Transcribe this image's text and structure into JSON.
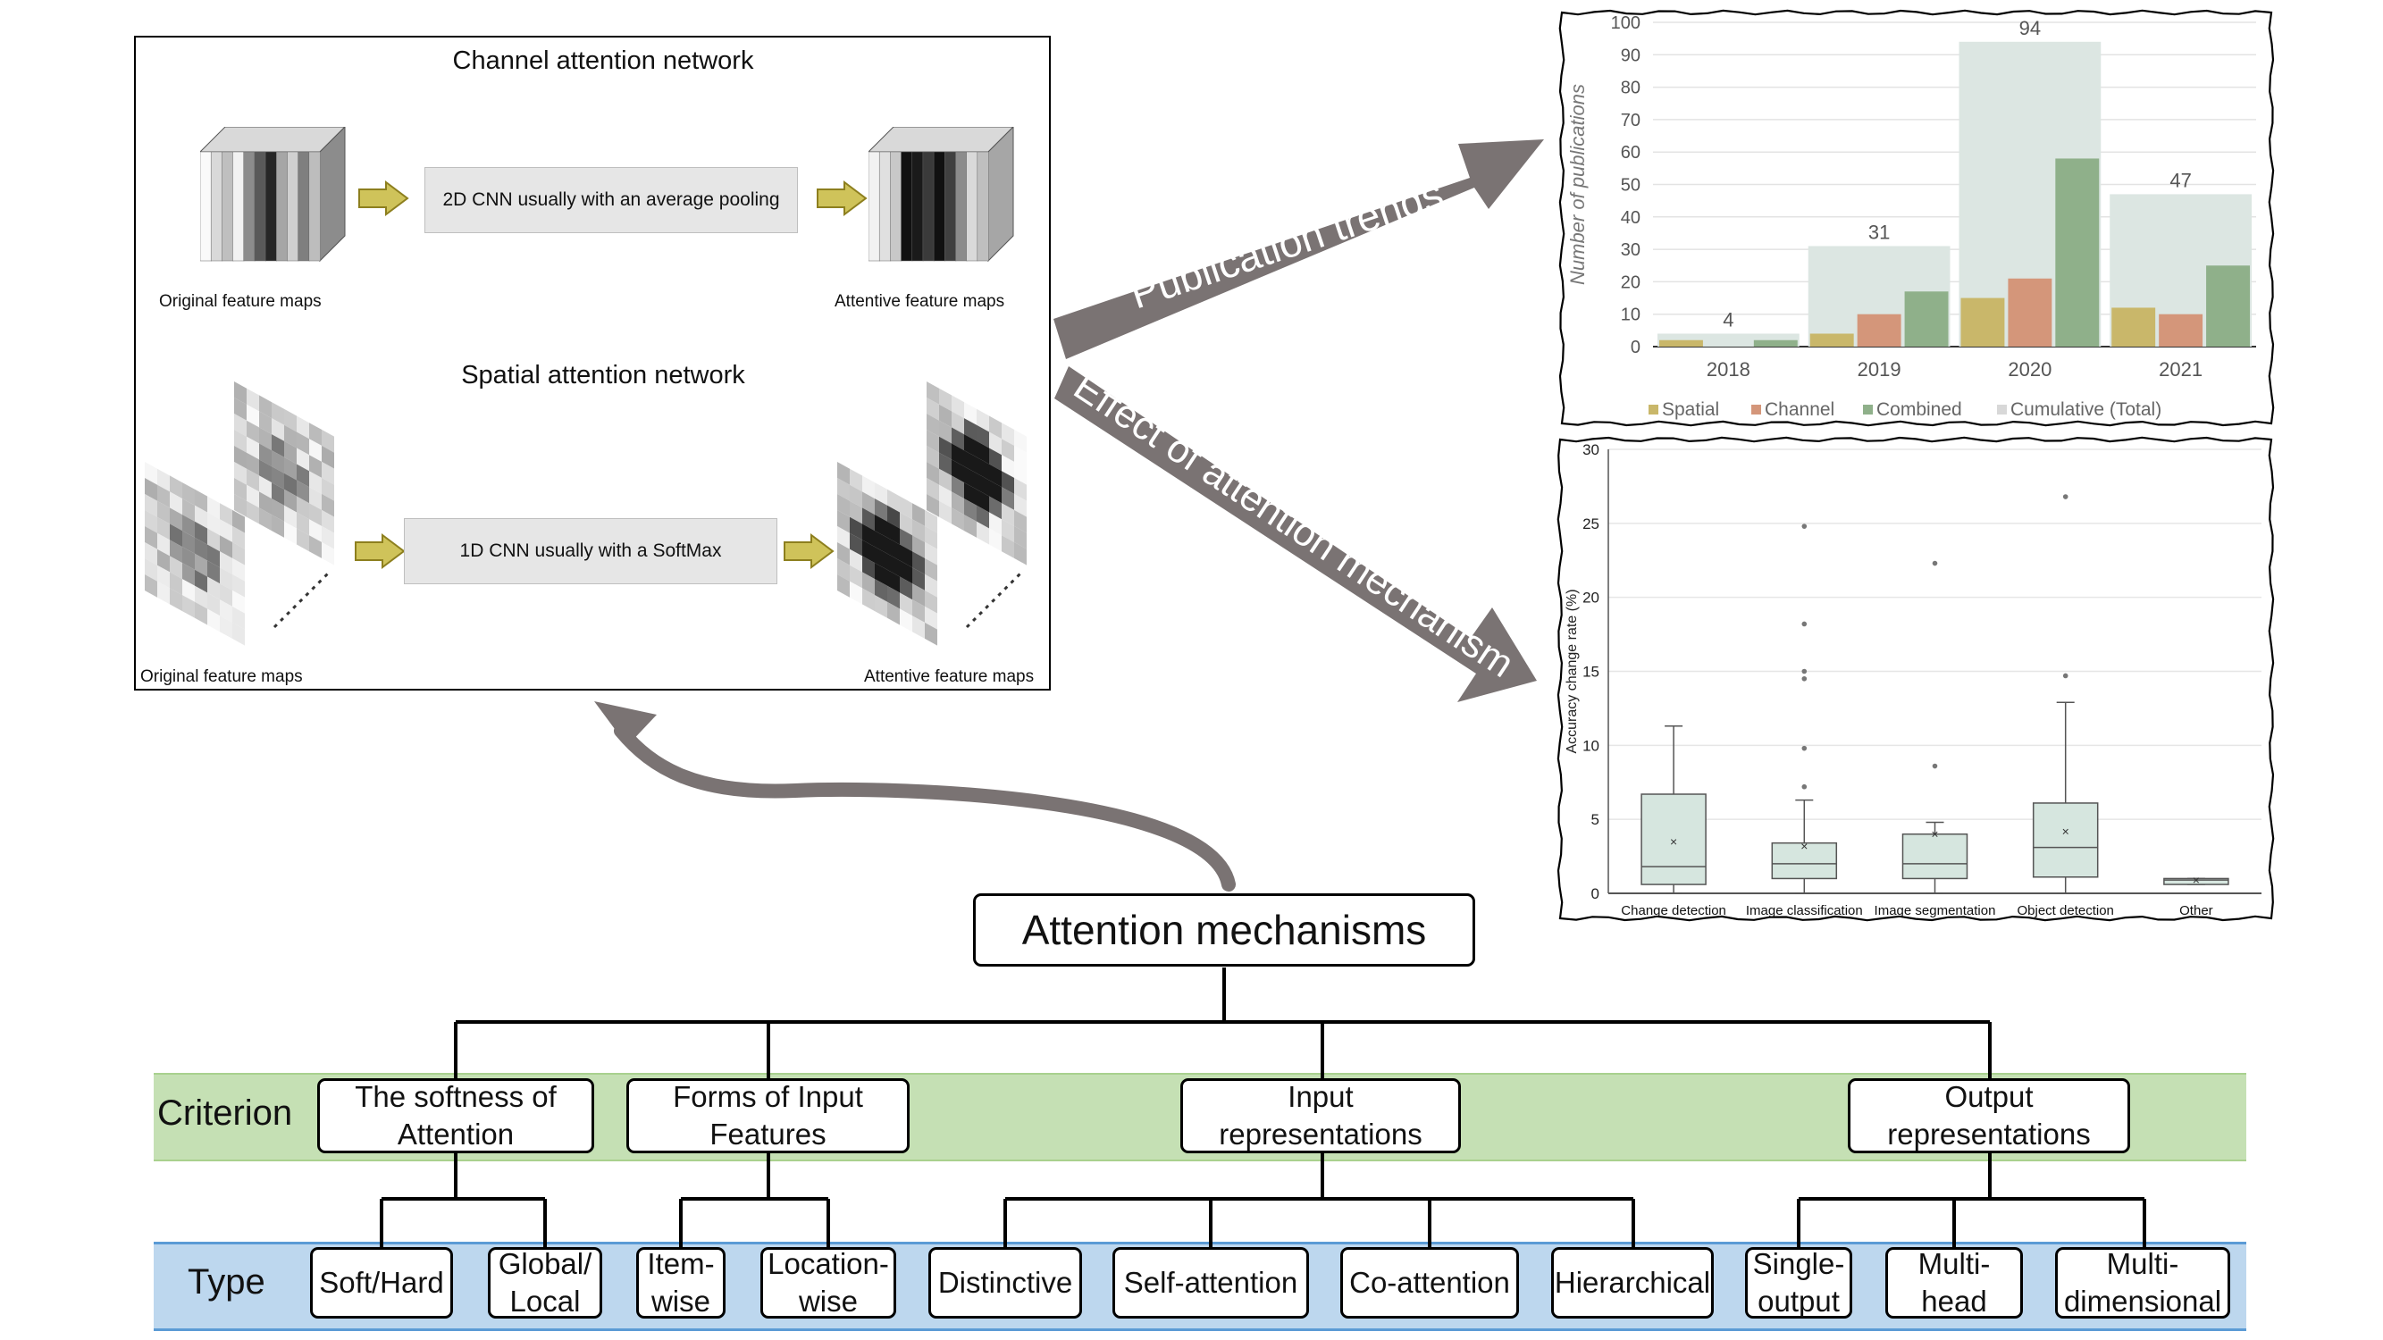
{
  "channel_panel": {
    "title": "Channel attention network",
    "process_label": "2D CNN usually with an average pooling",
    "input_caption": "Original feature maps",
    "output_caption": "Attentive feature maps"
  },
  "spatial_panel": {
    "title": "Spatial attention network",
    "process_label": "1D CNN usually with a SoftMax",
    "input_caption": "Original feature maps",
    "output_caption": "Attentive feature maps"
  },
  "arrows": {
    "publication_trends": "Publication trends",
    "effect_of_attention": "Effect of attention mechanism"
  },
  "taxonomy": {
    "root": "Attention mechanisms",
    "criterion_label": "Criterion",
    "type_label": "Type",
    "criteria": [
      {
        "label": "The softness of\nAttention",
        "types": [
          "Soft/Hard",
          "Global/\nLocal"
        ]
      },
      {
        "label": "Forms of Input\nFeatures",
        "types": [
          "Item-\nwise",
          "Location-\nwise"
        ]
      },
      {
        "label": "Input\nrepresentations",
        "types": [
          "Distinctive",
          "Self-attention",
          "Co-attention",
          "Hierarchical"
        ]
      },
      {
        "label": "Output\nrepresentations",
        "types": [
          "Single-\noutput",
          "Multi-\nhead",
          "Multi-\ndimensional"
        ]
      }
    ]
  },
  "chart_data": [
    {
      "type": "bar",
      "categories": [
        "2018",
        "2019",
        "2020",
        "2021"
      ],
      "series": [
        {
          "name": "Spatial",
          "values": [
            2,
            4,
            15,
            12
          ],
          "color": "#c9b76a"
        },
        {
          "name": "Channel",
          "values": [
            0,
            10,
            21,
            10
          ],
          "color": "#d4967a"
        },
        {
          "name": "Combined",
          "values": [
            2,
            17,
            58,
            25
          ],
          "color": "#8fb08a"
        },
        {
          "name": "Cumulative (Total)",
          "values": [
            4,
            31,
            94,
            47
          ],
          "color": "#dce6e2"
        }
      ],
      "data_labels": [
        "4",
        "31",
        "94",
        "47"
      ],
      "ylabel": "Number of publications",
      "ylim": [
        0,
        100
      ],
      "yticks": [
        0,
        10,
        20,
        30,
        40,
        50,
        60,
        70,
        80,
        90,
        100
      ],
      "grid": true,
      "legend_position": "bottom"
    },
    {
      "type": "box",
      "categories": [
        "Change detection",
        "Image classification",
        "Image segmentation",
        "Object detection",
        "Other"
      ],
      "boxes": [
        {
          "min": 0,
          "q1": 0.6,
          "median": 1.8,
          "q3": 6.7,
          "max": 11.3,
          "mean": 3.5,
          "outliers": []
        },
        {
          "min": 0,
          "q1": 1.0,
          "median": 2.0,
          "q3": 3.4,
          "max": 6.3,
          "mean": 3.2,
          "outliers": [
            7.2,
            9.8,
            14.5,
            15.0,
            18.2,
            24.8
          ]
        },
        {
          "min": 0,
          "q1": 1.0,
          "median": 2.0,
          "q3": 4.0,
          "max": 4.8,
          "mean": 4.0,
          "outliers": [
            8.6,
            22.3
          ]
        },
        {
          "min": 0,
          "q1": 1.1,
          "median": 3.1,
          "q3": 6.1,
          "max": 12.9,
          "mean": 4.2,
          "outliers": [
            14.7,
            26.8
          ]
        },
        {
          "min": 0.6,
          "q1": 0.6,
          "median": 0.9,
          "q3": 1.0,
          "max": 1.0,
          "mean": 0.9,
          "outliers": []
        }
      ],
      "ylabel": "Accuracy  change rate (%)",
      "ylim": [
        0,
        30
      ],
      "yticks": [
        0,
        5,
        10,
        15,
        20,
        25,
        30
      ],
      "grid": true,
      "box_color": "#d6e6df"
    }
  ]
}
